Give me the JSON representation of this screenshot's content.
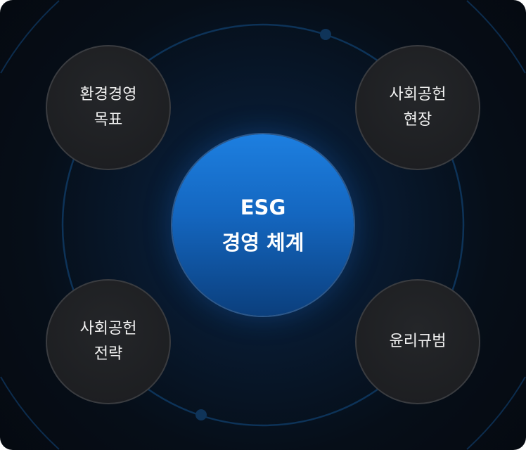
{
  "center": {
    "line1": "ESG",
    "line2": "경영 체계"
  },
  "nodes": [
    {
      "line1": "환경경영",
      "line2": "목표"
    },
    {
      "line1": "사회공헌",
      "line2": "현장"
    },
    {
      "line1": "사회공헌",
      "line2": "전략"
    },
    {
      "line1": "윤리규범",
      "line2": ""
    }
  ],
  "colors": {
    "ring": "#0d3358",
    "dot": "#0f3459",
    "center": "#1a73d6",
    "node": "#1e2023"
  }
}
